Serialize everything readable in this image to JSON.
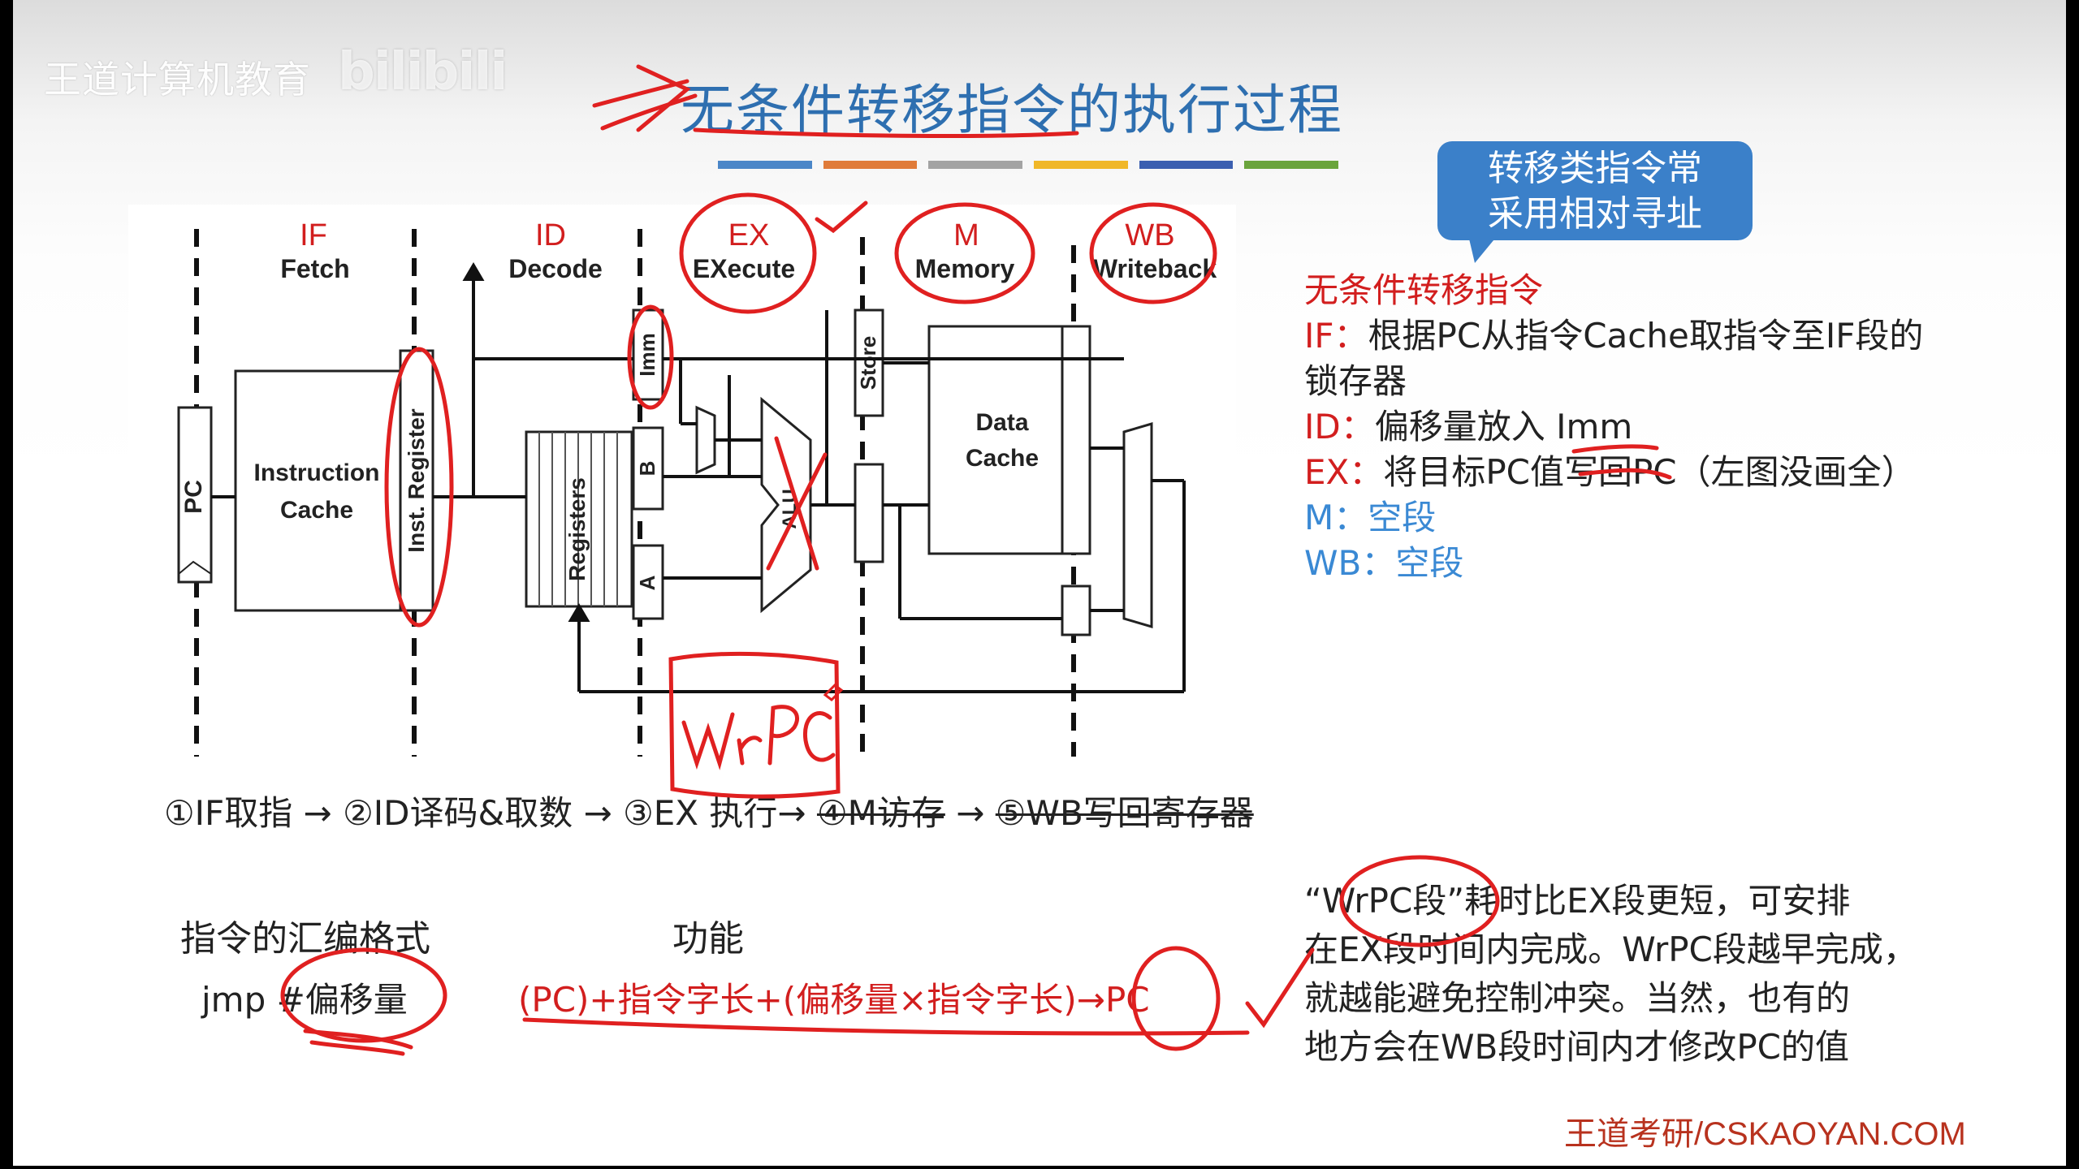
{
  "brand": "王道计算机教育",
  "watermark": "bilibili",
  "title": "无条件转移指令的执行过程",
  "title_bar_colors": [
    "#4a86c8",
    "#e07b39",
    "#a3a3a3",
    "#f0b728",
    "#3b5fb0",
    "#6aa43c"
  ],
  "callout": {
    "line1": "转移类指令常",
    "line2": "采用相对寻址"
  },
  "diagram": {
    "stages": [
      {
        "abbr": "IF",
        "name": "Fetch",
        "initial": "F"
      },
      {
        "abbr": "ID",
        "name": "Decode",
        "initial": "D"
      },
      {
        "abbr": "EX",
        "name": "EXecute",
        "initial": "EX"
      },
      {
        "abbr": "M",
        "name": "Memory",
        "initial": "M"
      },
      {
        "abbr": "WB",
        "name": "Writeback",
        "initial": "W"
      }
    ],
    "blocks": {
      "pc": "PC",
      "icache1": "Instruction",
      "icache2": "Cache",
      "inst_reg": "Inst. Register",
      "registers": "Registers",
      "imm": "Imm",
      "b": "B",
      "a": "A",
      "alu": "ALU",
      "store": "Store",
      "dcache1": "Data",
      "dcache2": "Cache"
    },
    "handwritten": "WrPC"
  },
  "notes": {
    "heading": "无条件转移指令",
    "if_label": "IF：",
    "if_text": "根据PC从指令Cache取指令至IF段的",
    "if_text2": "锁存器",
    "id_label": "ID：",
    "id_text": "偏移量放入",
    "id_imm": "Imm",
    "ex_label": "EX：",
    "ex_text": "将目标PC值写回PC（左图没画全）",
    "m_label": "M：",
    "m_text": "空段",
    "wb_label": "WB：",
    "wb_text": "空段"
  },
  "steps": {
    "s1": "①IF取指 → ②ID译码&取数 → ③EX 执行→ ",
    "s2": "④M访存",
    "s3": " → ",
    "s4": "⑤WB写回寄存器"
  },
  "format": {
    "heading": "指令的汇编格式",
    "value": "jmp  #偏移量"
  },
  "function": {
    "heading": "功能",
    "value": "(PC)+指令字长+(偏移量×指令字长)→PC"
  },
  "wrpc_note": {
    "line1": "“WrPC段”耗时比EX段更短，可安排",
    "line2": "在EX段时间内完成。WrPC段越早完成，",
    "line3": "就越能避免控制冲突。当然，也有的",
    "line4": "地方会在WB段时间内才修改PC的值"
  },
  "footer": "王道考研/CSKAOYAN.COM"
}
